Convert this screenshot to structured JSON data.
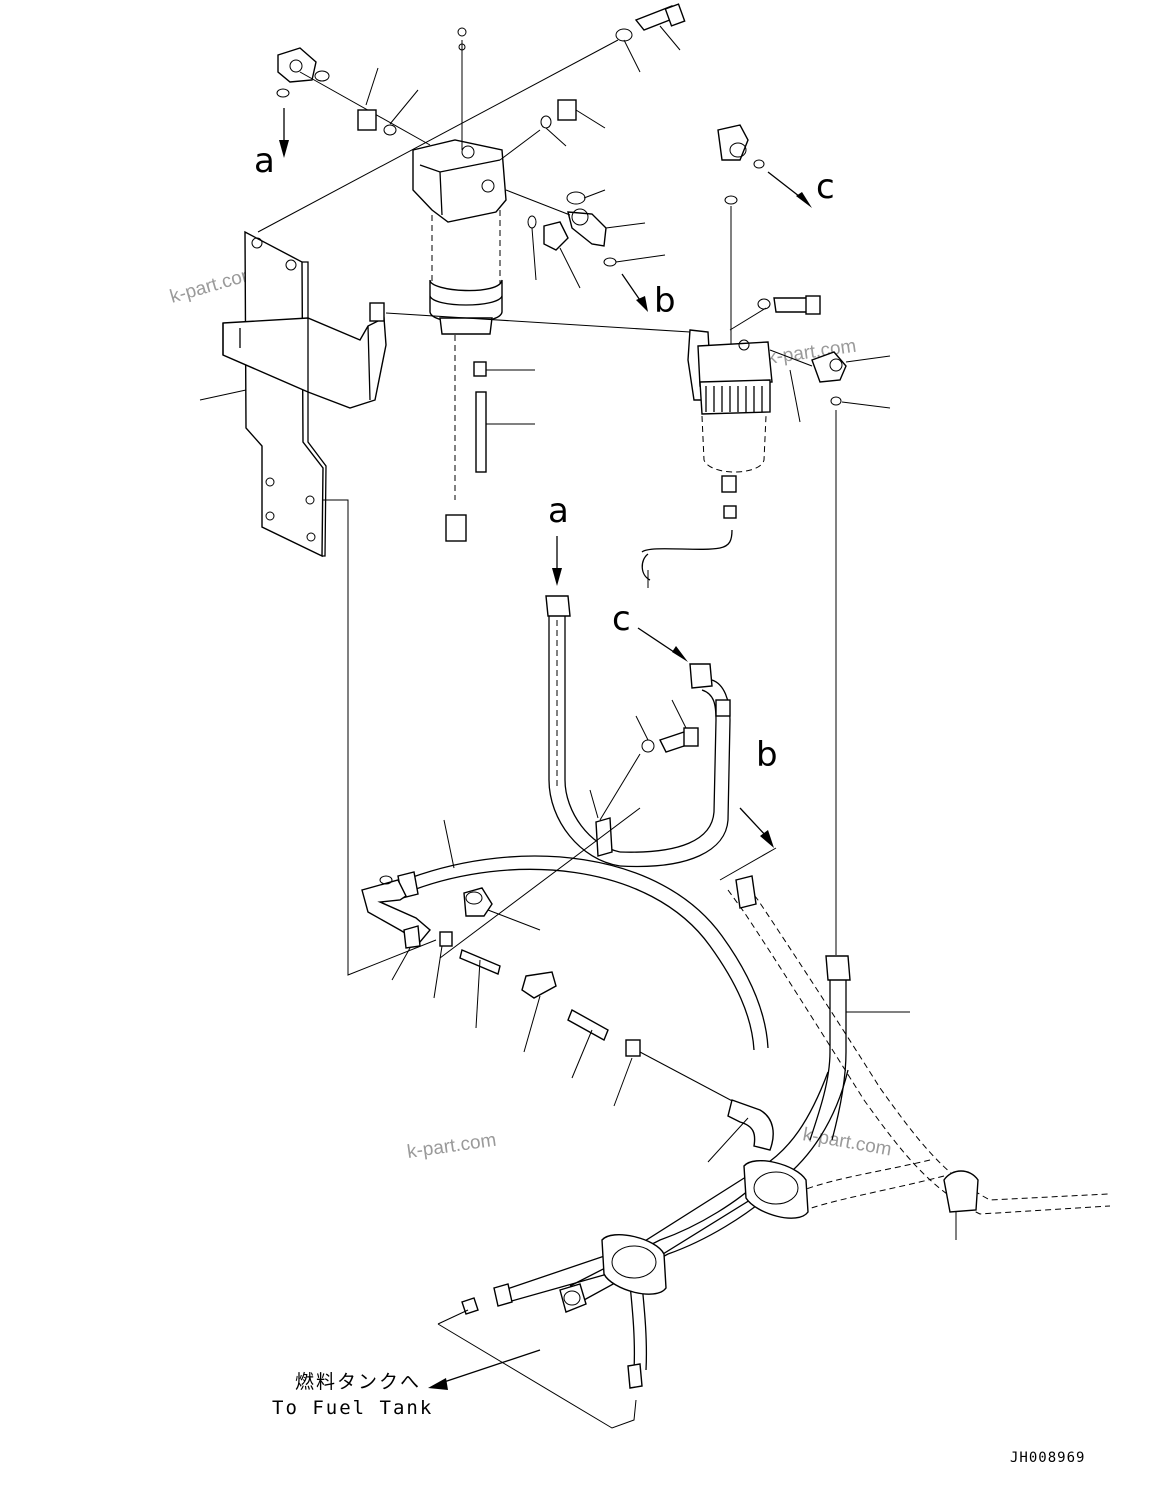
{
  "view_refs": {
    "a_top": "a",
    "c_top": "c",
    "b_top": "b",
    "a_mid": "a",
    "c_mid": "c",
    "b_mid": "b"
  },
  "destination_note": {
    "japanese": "燃料タンクへ",
    "english": "To Fuel Tank"
  },
  "drawing_code": "JH008969",
  "watermarks": [
    "k-part.com",
    "k-part.com",
    "k-part.com",
    "k-part.com"
  ],
  "colors": {
    "line": "#000000",
    "background": "#ffffff",
    "watermark": "#9a9a9a"
  }
}
